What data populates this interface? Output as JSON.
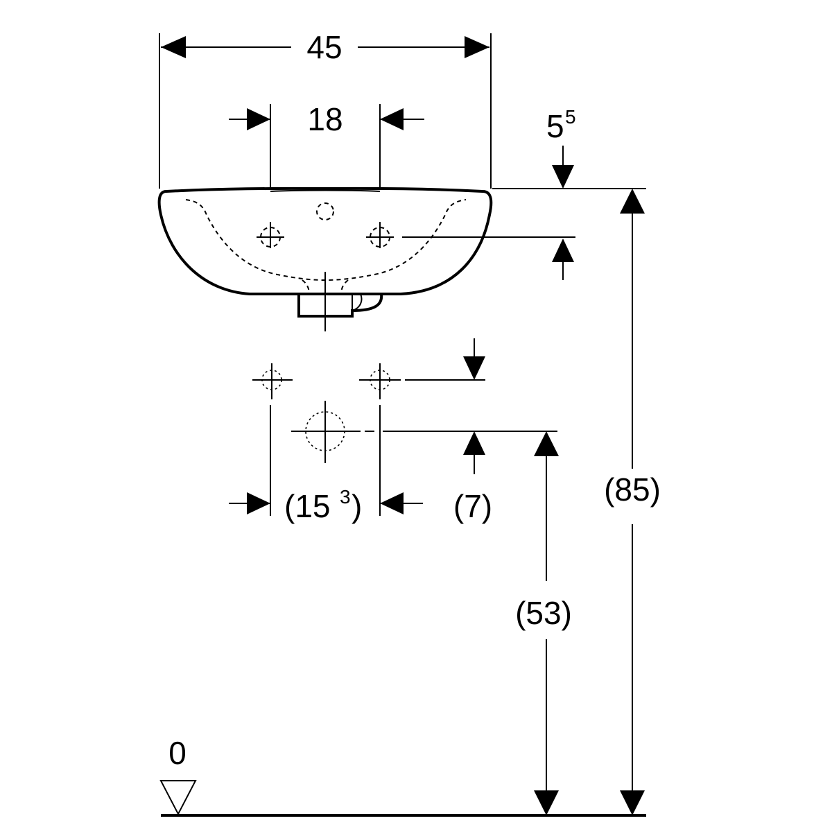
{
  "drawing": {
    "dim_width": "45",
    "dim_tap_spacing": "18",
    "dim_rim_offset_base": "5",
    "dim_rim_offset_sup": "5",
    "dim_supply_spacing_open": "(15",
    "dim_supply_spacing_sup": "3",
    "dim_supply_spacing_close": ")",
    "dim_supply_offset": "(7)",
    "dim_waste_height": "(53)",
    "dim_rim_height": "(85)",
    "floor_level": "0"
  }
}
